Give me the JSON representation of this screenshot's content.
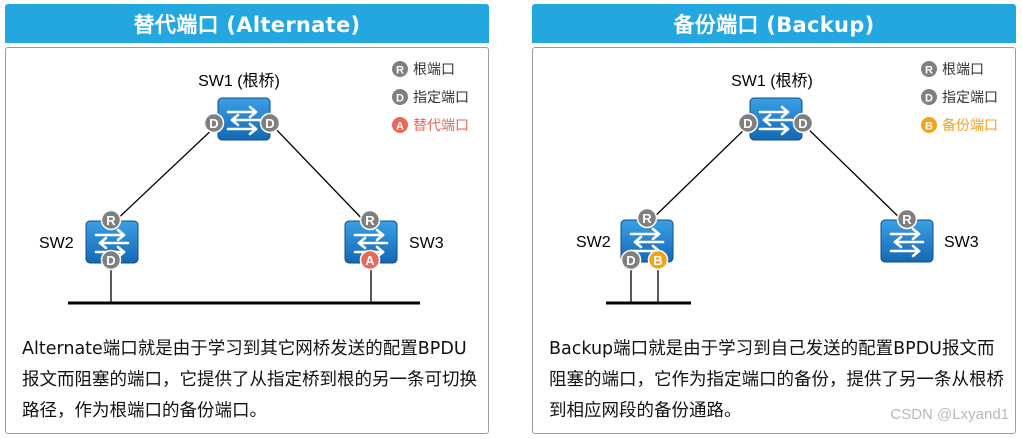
{
  "left_panel": {
    "title": "替代端口 (Alternate)",
    "switches": {
      "sw1": "SW1 (根桥)",
      "sw2": "SW2",
      "sw3": "SW3"
    },
    "legend": [
      {
        "badge": "R",
        "text": "根端口",
        "color": "#7f7f7f",
        "text_color": "#333333"
      },
      {
        "badge": "D",
        "text": "指定端口",
        "color": "#7f7f7f",
        "text_color": "#333333"
      },
      {
        "badge": "A",
        "text": "替代端口",
        "color": "#e8685a",
        "text_color": "#e8685a"
      }
    ],
    "description": "Alternate端口就是由于学习到其它网桥发送的配置BPDU报文而阻塞的端口，它提供了从指定桥到根的另一条可切换路径，作为根端口的备份端口。"
  },
  "right_panel": {
    "title": "备份端口 (Backup)",
    "switches": {
      "sw1": "SW1 (根桥)",
      "sw2": "SW2",
      "sw3": "SW3"
    },
    "legend": [
      {
        "badge": "R",
        "text": "根端口",
        "color": "#7f7f7f",
        "text_color": "#333333"
      },
      {
        "badge": "D",
        "text": "指定端口",
        "color": "#7f7f7f",
        "text_color": "#333333"
      },
      {
        "badge": "B",
        "text": "备份端口",
        "color": "#f5a21b",
        "text_color": "#f5a21b"
      }
    ],
    "description": "Backup端口就是由于学习到自己发送的配置BPDU报文而阻塞的端口，它作为指定端口的备份，提供了另一条从根桥到相应网段的备份通路。"
  },
  "port_badges": {
    "root": "R",
    "designated": "D",
    "alternate": "A",
    "backup": "B"
  },
  "colors": {
    "title_bar": "#22a7e0",
    "switch_fill": "#1f7fc8",
    "badge_gray": "#7f7f7f",
    "alternate": "#e8685a",
    "backup": "#f5a21b"
  },
  "watermark": "CSDN @Lxyand1"
}
